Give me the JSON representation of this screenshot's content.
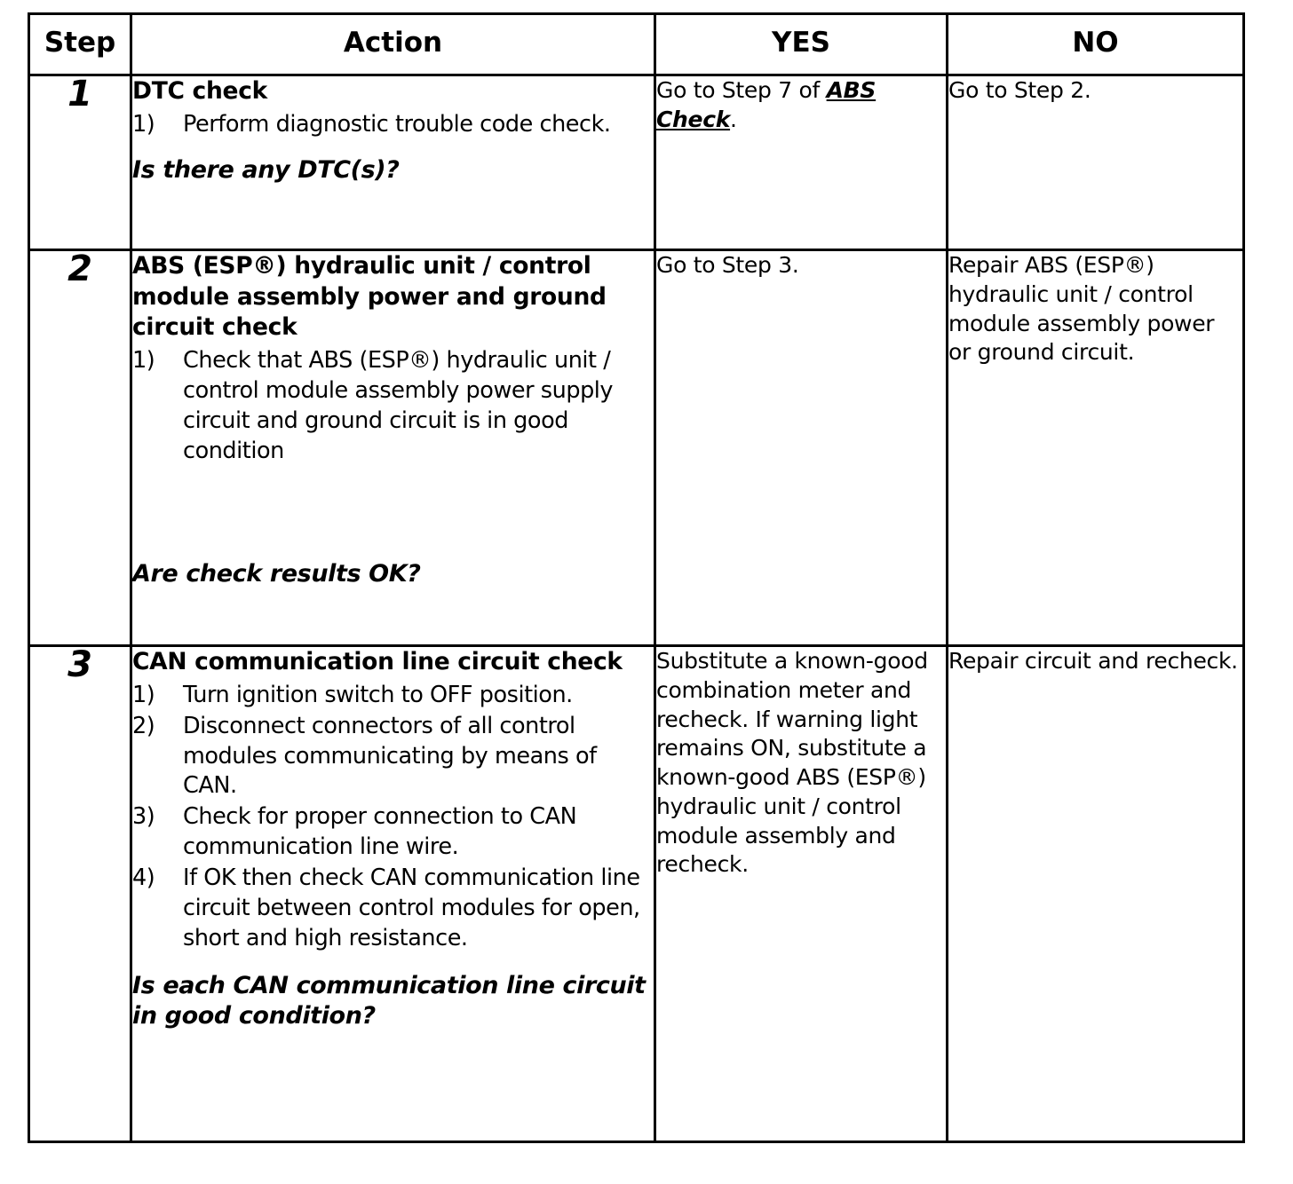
{
  "table": {
    "headers": {
      "step": "Step",
      "action": "Action",
      "yes": "YES",
      "no": "NO"
    },
    "rows": [
      {
        "step": "1",
        "action": {
          "title": "DTC check",
          "items": [
            {
              "marker": "1)",
              "text": "Perform diagnostic trouble code check."
            }
          ],
          "question": "Is there any DTC(s)?"
        },
        "yes": {
          "prefix": "Go to Step 7 of ",
          "link": "ABS Check",
          "suffix": "."
        },
        "no": "Go to Step 2."
      },
      {
        "step": "2",
        "action": {
          "title": "ABS (ESP®) hydraulic unit / control module assembly power and ground circuit check",
          "items": [
            {
              "marker": "1)",
              "text": "Check that ABS (ESP®) hydraulic unit / control module assembly power supply circuit and ground circuit is in good condition"
            }
          ],
          "question": "Are check results OK?"
        },
        "yes": {
          "prefix": "Go to Step 3.",
          "link": "",
          "suffix": ""
        },
        "no": "Repair ABS (ESP®) hydraulic unit / control module assembly power or ground circuit."
      },
      {
        "step": "3",
        "action": {
          "title": "CAN communication line circuit check",
          "items": [
            {
              "marker": "1)",
              "text": "Turn ignition switch to OFF position."
            },
            {
              "marker": "2)",
              "text": "Disconnect connectors of all control modules communicating by means of CAN."
            },
            {
              "marker": "3)",
              "text": "Check for proper connection to CAN communication line wire."
            },
            {
              "marker": "4)",
              "text": "If OK then check CAN communication line circuit between control modules for open, short and high resistance."
            }
          ],
          "question": "Is each CAN communication line circuit in good condition?"
        },
        "yes": {
          "prefix": "Substitute a known-good combination meter and recheck. If warning light remains ON, substitute a known-good ABS (ESP®) hydraulic unit / control module assembly and recheck.",
          "link": "",
          "suffix": ""
        },
        "no": "Repair circuit and recheck."
      }
    ]
  },
  "colors": {
    "border": "#000000",
    "text": "#000000",
    "background": "#ffffff"
  }
}
